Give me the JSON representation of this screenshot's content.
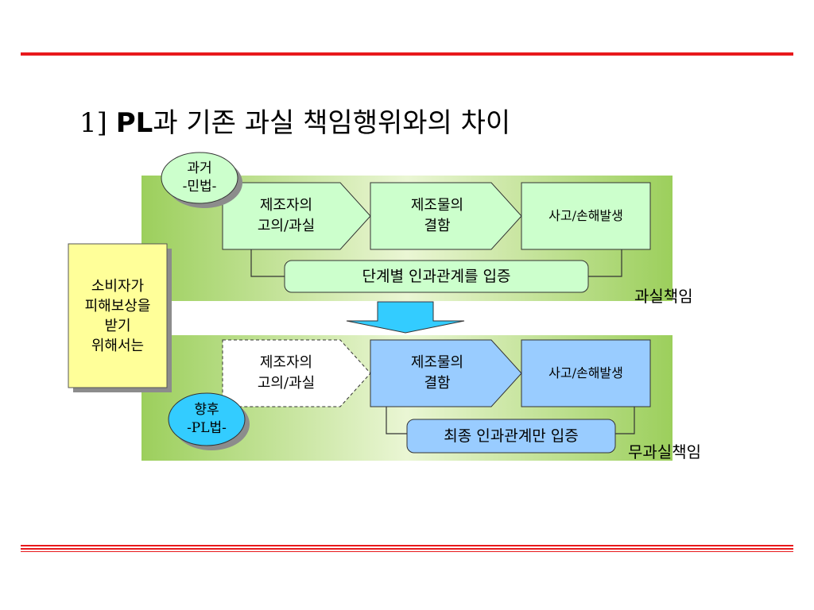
{
  "title": {
    "prefix": "1] ",
    "bold": "PL",
    "rest": "과 기존 과실 책임행위와의 차이"
  },
  "consumer_box": {
    "text": "소비자가\n피해보상을\n받기\n위해서는"
  },
  "past_panel": {
    "badge": "과거\n-민법-",
    "steps": [
      "제조자의\n고의/과실",
      "제조물의\n결함",
      "사고/손해발생"
    ],
    "proof": "단계별 인과관계를 입증",
    "liability": "과실책임"
  },
  "future_panel": {
    "badge": "향후\n-PL법-",
    "steps": [
      "제조자의\n고의/과실",
      "제조물의\n결함",
      "사고/손해발생"
    ],
    "proof": "최종 인과관계만 입증",
    "liability": "무과실책임"
  },
  "colors": {
    "header_line": "#e8191c",
    "panel_green": "#8fc850",
    "panel_green_light": "#eef8dc",
    "step_green": "#ccffcc",
    "step_blue": "#99ccff",
    "consumer_yellow": "#ffff99",
    "badge_past": "#ccffcc",
    "badge_future": "#33ccff",
    "arrow_down": "#33ccff"
  }
}
